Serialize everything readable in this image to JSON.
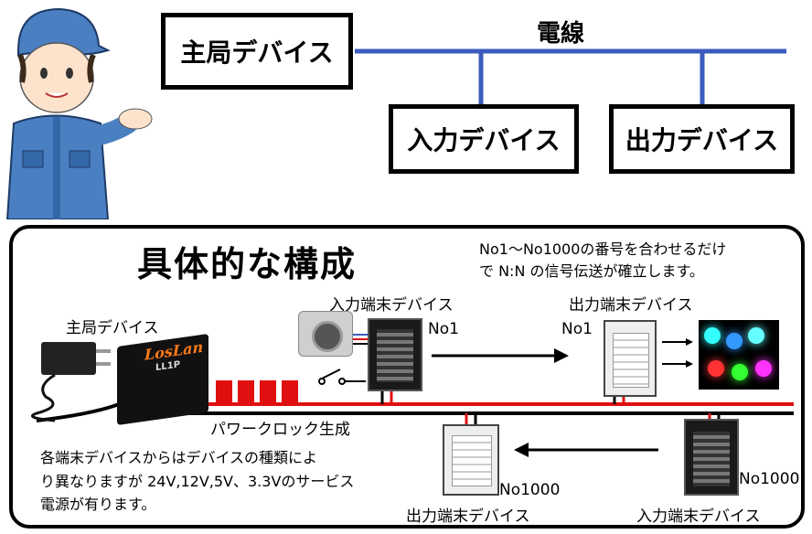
{
  "top": {
    "wire_label": "電線",
    "master": "主局デバイス",
    "input": "入力デバイス",
    "output": "出力デバイス"
  },
  "panel": {
    "title": "具体的な構成",
    "note_line1": "No1〜No1000の番号を合わせるだけ",
    "note_line2": "で N:N の信号伝送が確立します。",
    "master_label": "主局デバイス",
    "logo_text": "LosLan",
    "model_text": "LL1P",
    "power_clock": "パワークロック生成",
    "input_top": "入力端末デバイス",
    "output_top": "出力端末デバイス",
    "no1_a": "No1",
    "no1_b": "No1",
    "output_bottom": "出力端末デバイス",
    "input_bottom": "入力端末デバイス",
    "no1000_a": "No1000",
    "no1000_b": "No1000",
    "desc_line1": "各端末デバイスからはデバイスの種類によ",
    "desc_line2": "り異なりますが 24V,12V,5V、3.3Vのサービス",
    "desc_line3": "電源が有ります。"
  },
  "colors": {
    "wire_blue": "#3b5bbd",
    "bus_red": "#e01010",
    "shirt_blue": "#4a7fc1"
  }
}
